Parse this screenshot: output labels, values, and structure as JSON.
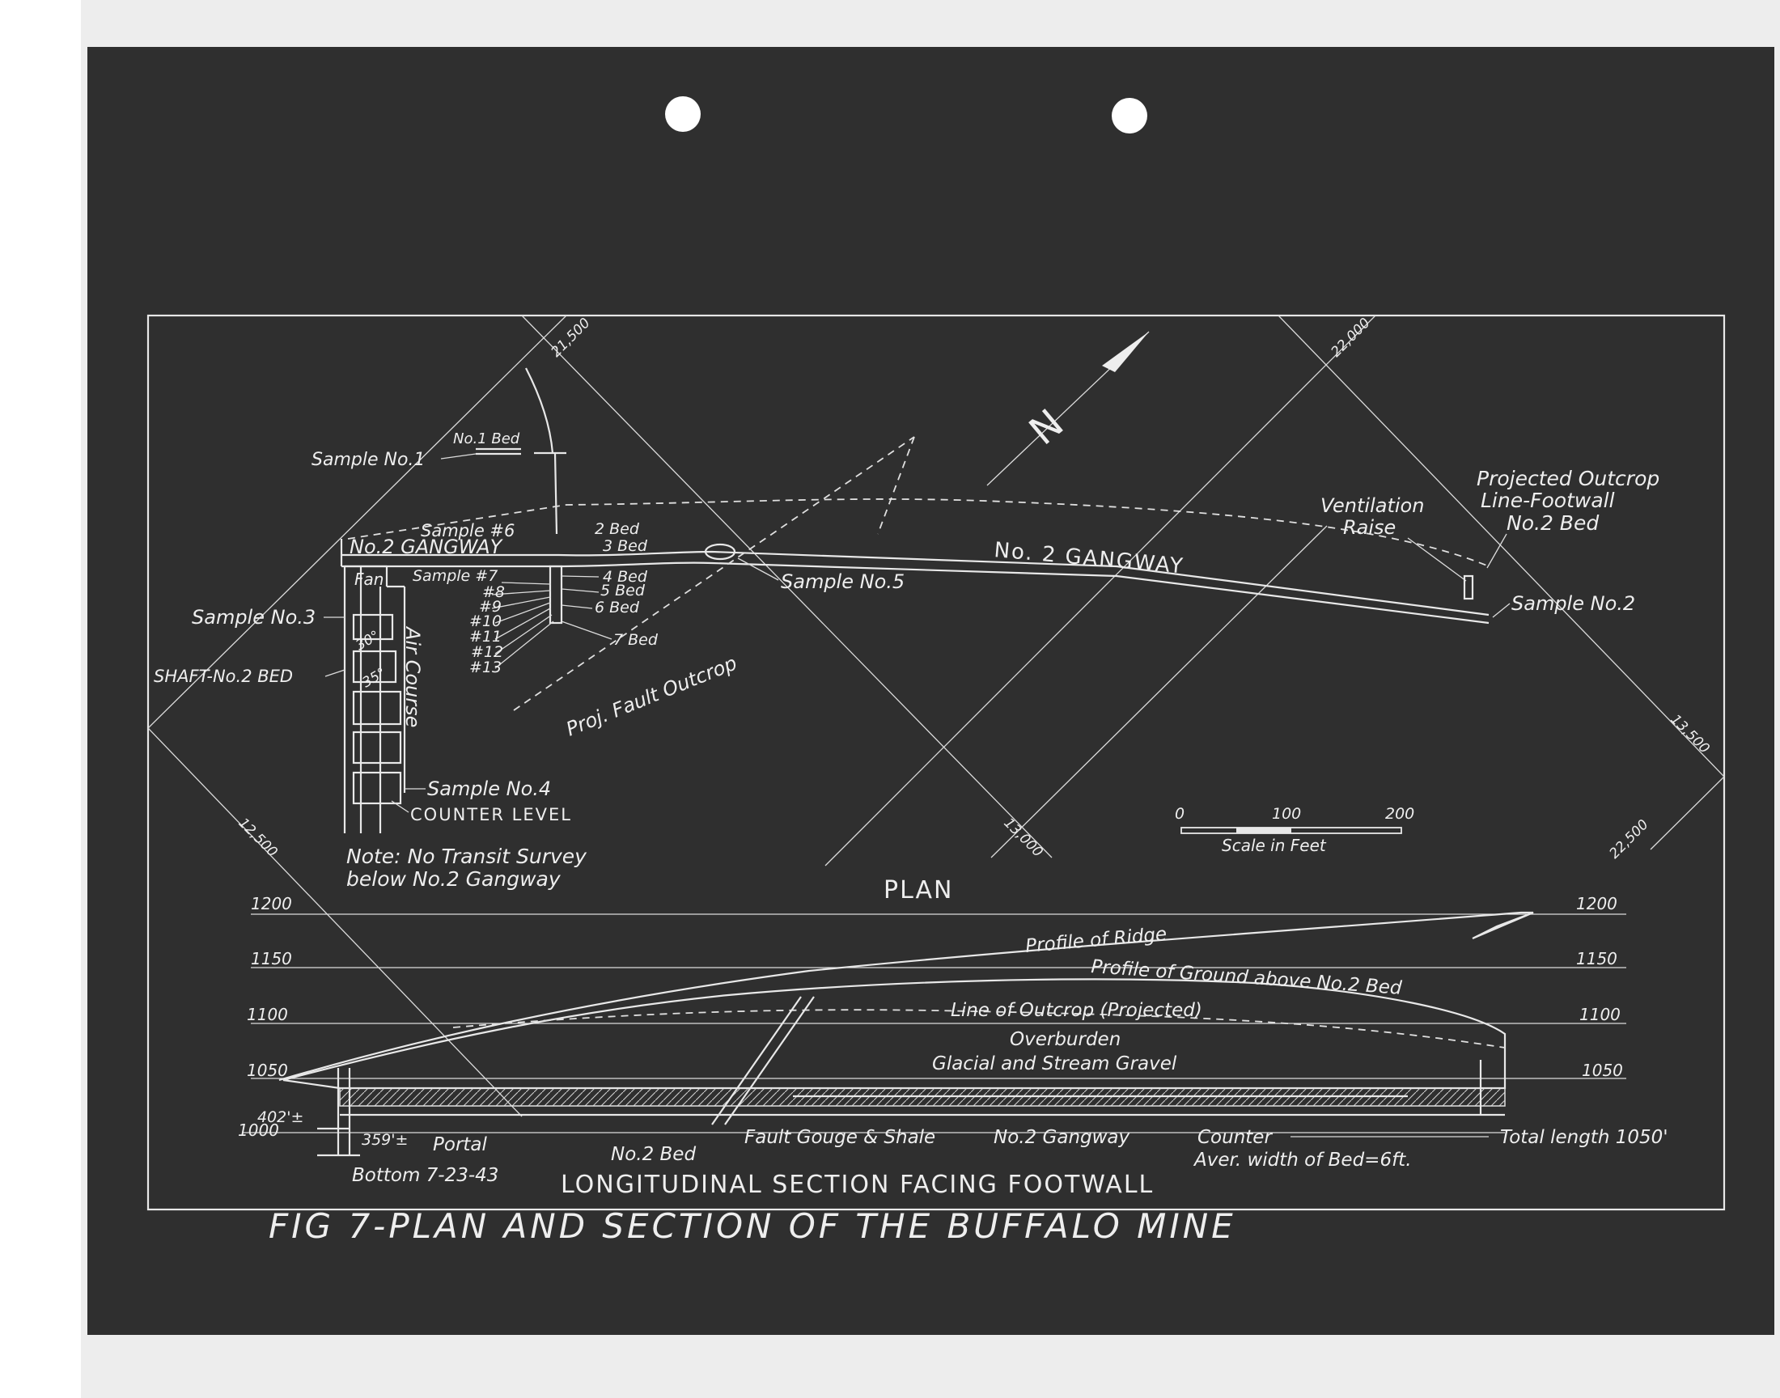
{
  "plan": {
    "title": "PLAN",
    "grid_labels": [
      "21,500",
      "22,000",
      "12,500",
      "13,000",
      "13,500",
      "22,500"
    ],
    "north_label": "N",
    "labels": {
      "sample1": "Sample No.1",
      "no1bed": "No.1 Bed",
      "sample6": "Sample #6",
      "gangway_left": "No.2 GANGWAY",
      "bed2": "2 Bed",
      "bed3": "3 Bed",
      "fan": "Fan",
      "sample7": "Sample #7",
      "s8": "#8",
      "s9": "#9",
      "s10": "#10",
      "s11": "#11",
      "s12": "#12",
      "s13": "#13",
      "bed4": "4 Bed",
      "bed5": "5 Bed",
      "bed6": "6 Bed",
      "bed7": "7 Bed",
      "sample3": "Sample No.3",
      "shaft": "SHAFT-No.2 BED",
      "aircourse": "Air Course",
      "angle1": "30°",
      "angle2": "35°",
      "sample4": "Sample No.4",
      "counter_level": "COUNTER LEVEL",
      "note1": "Note: No Transit Survey",
      "note2": "below No.2 Gangway",
      "fault": "Proj. Fault Outcrop",
      "sample5": "Sample No.5",
      "gangway_main": "No. 2 GANGWAY",
      "vent1": "Ventilation",
      "vent2": "Raise",
      "outcrop1": "Projected Outcrop",
      "outcrop2": "Line-Footwall",
      "outcrop3": "No.2 Bed",
      "sample2": "Sample No.2"
    },
    "scale": {
      "ticks": [
        "0",
        "100",
        "200"
      ],
      "label": "Scale in Feet"
    }
  },
  "section": {
    "elevations": [
      "1200",
      "1150",
      "1100",
      "1050",
      "1000"
    ],
    "labels": {
      "ridge": "Profile of Ridge",
      "ground": "Profile of Ground above No.2 Bed",
      "outcrop": "Line of Outcrop (Projected)",
      "overburden": "Overburden",
      "gravel": "Glacial and Stream Gravel",
      "depth402": "402'±",
      "depth359": "359'±",
      "portal": "Portal",
      "bottom": "Bottom 7-23-43",
      "no2bed": "No.2 Bed",
      "fault_gouge": "Fault Gouge & Shale",
      "no2gangway": "No.2 Gangway",
      "counter": "Counter",
      "aver_width": "Aver. width of Bed=6ft.",
      "total_length": "Total length 1050'"
    },
    "title": "LONGITUDINAL SECTION FACING FOOTWALL"
  },
  "figure_title": "FIG 7-PLAN AND SECTION OF THE BUFFALO MINE"
}
